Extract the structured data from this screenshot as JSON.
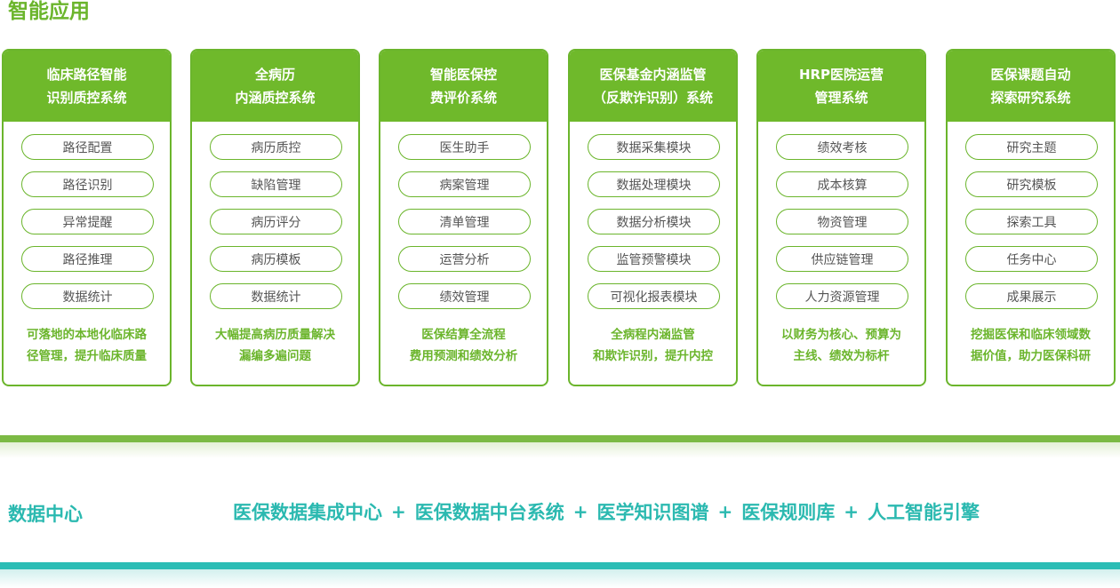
{
  "title": "智能应用",
  "cards": [
    {
      "title": "临床路径智能\n识别质控系统",
      "items": [
        "路径配置",
        "路径识别",
        "异常提醒",
        "路径推理",
        "数据统计"
      ],
      "desc": "可落地的本地化临床路\n径管理，提升临床质量"
    },
    {
      "title": "全病历\n内涵质控系统",
      "items": [
        "病历质控",
        "缺陷管理",
        "病历评分",
        "病历模板",
        "数据统计"
      ],
      "desc": "大幅提高病历质量解决\n漏编多遍问题"
    },
    {
      "title": "智能医保控\n费评价系统",
      "items": [
        "医生助手",
        "病案管理",
        "清单管理",
        "运营分析",
        "绩效管理"
      ],
      "desc": "医保结算全流程\n费用预测和绩效分析"
    },
    {
      "title": "医保基金内涵监管\n（反欺诈识别）系统",
      "items": [
        "数据采集模块",
        "数据处理模块",
        "数据分析模块",
        "监管预警模块",
        "可视化报表模块"
      ],
      "desc": "全病程内涵监管\n和欺诈识别，提升内控"
    },
    {
      "title": "HRP医院运营\n管理系统",
      "items": [
        "绩效考核",
        "成本核算",
        "物资管理",
        "供应链管理",
        "人力资源管理"
      ],
      "desc": "以财务为核心、预算为\n主线、绩效为标杆"
    },
    {
      "title": "医保课题自动\n探索研究系统",
      "items": [
        "研究主题",
        "研究模板",
        "探索工具",
        "任务中心",
        "成果展示"
      ],
      "desc": "挖掘医保和临床领域数\n据价值，助力医保科研"
    }
  ],
  "data_center": {
    "label": "数据中心",
    "items": [
      "医保数据集成中心",
      "医保数据中台系统",
      "医学知识图谱",
      "医保规则库",
      "人工智能引擎"
    ],
    "separator": "+"
  }
}
